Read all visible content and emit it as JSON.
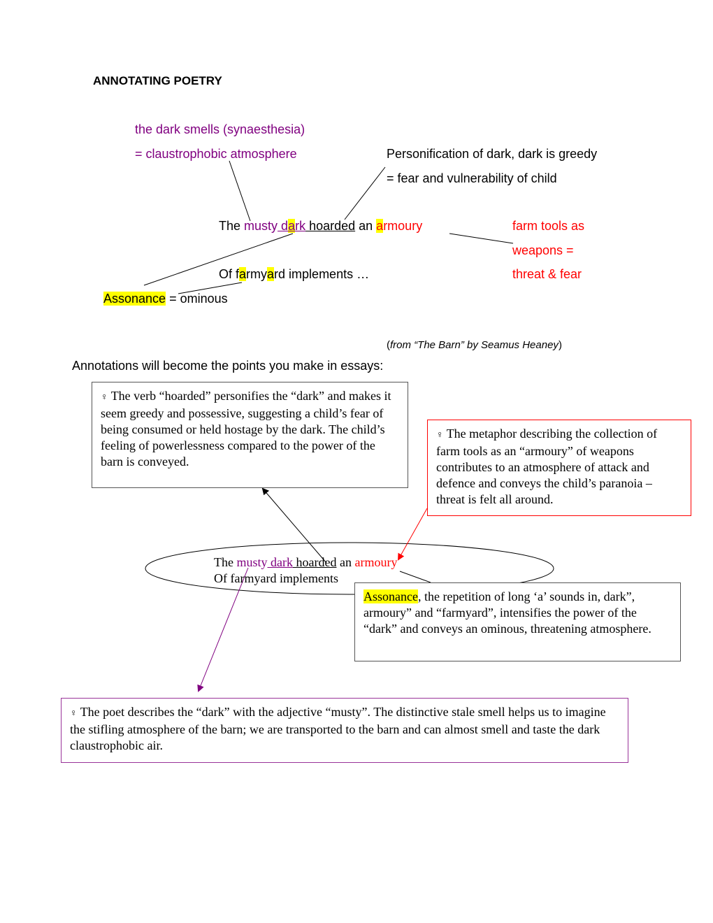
{
  "title": "ANNOTATING POETRY",
  "top_annotations": {
    "smells_line1": "the dark smells (synaesthesia)",
    "smells_line2": "= claustrophobic atmosphere",
    "personification_line1": "Personification of dark, dark is greedy",
    "personification_line2": "= fear and vulnerability of child",
    "farm_tools_line1": "farm tools as",
    "farm_tools_line2": "weapons =",
    "farm_tools_line3": "threat & fear",
    "assonance_word": "Assonance",
    "assonance_rest": " = ominous"
  },
  "poem_top": {
    "line1": {
      "the": "The ",
      "musty": "musty",
      "d": " d",
      "a": "a",
      "rk": "rk",
      "hoarded": " hoarded",
      "an": " an ",
      "a2": "a",
      "rmoury": "rmoury"
    },
    "line2": {
      "of_f": "Of f",
      "a1": "a",
      "rmy": "rmy",
      "a2": "a",
      "rd": "rd implements …"
    }
  },
  "citation": {
    "open": "(",
    "from": "from “The Barn” by Seamus Heaney",
    "close": ")"
  },
  "intro_text": "Annotations will become the points you make in essays:",
  "boxes": {
    "hoarded": "The verb “hoarded” personifies the “dark” and makes it seem greedy and possessive, suggesting a child’s fear of being consumed or held hostage by the dark. The child’s feeling of powerlessness compared to the power of the barn is conveyed.",
    "metaphor": "The metaphor describing the collection of farm tools as an “armoury” of weapons contributes to an atmosphere of attack and defence and conveys the child’s paranoia – threat is felt all around.",
    "assonance_word": "Assonance",
    "assonance_rest": ", the repetition of long ‘a’ sounds in, dark”, armoury” and “farmyard”, intensifies the power of the “dark” and conveys an ominous, threatening atmosphere.",
    "musty": "The poet describes the “dark” with the adjective “musty”. The distinctive stale smell helps us to imagine the stifling atmosphere of the barn; we are transported to the barn and can almost smell and taste the dark claustrophobic air."
  },
  "poem_bottom": {
    "line1": {
      "the": "The ",
      "musty": "musty",
      "dark": " dark",
      "hoarded": " hoarded",
      "an": " an ",
      "armoury": "armoury"
    },
    "line2": "Of farmyard implements"
  },
  "bullet_glyph": "♀",
  "colors": {
    "purple": "#800080",
    "red": "#ff0000",
    "highlight": "#ffff00",
    "box_border_gray": "#555555",
    "box_border_red": "#ff0000",
    "box_border_purple": "#993399"
  }
}
